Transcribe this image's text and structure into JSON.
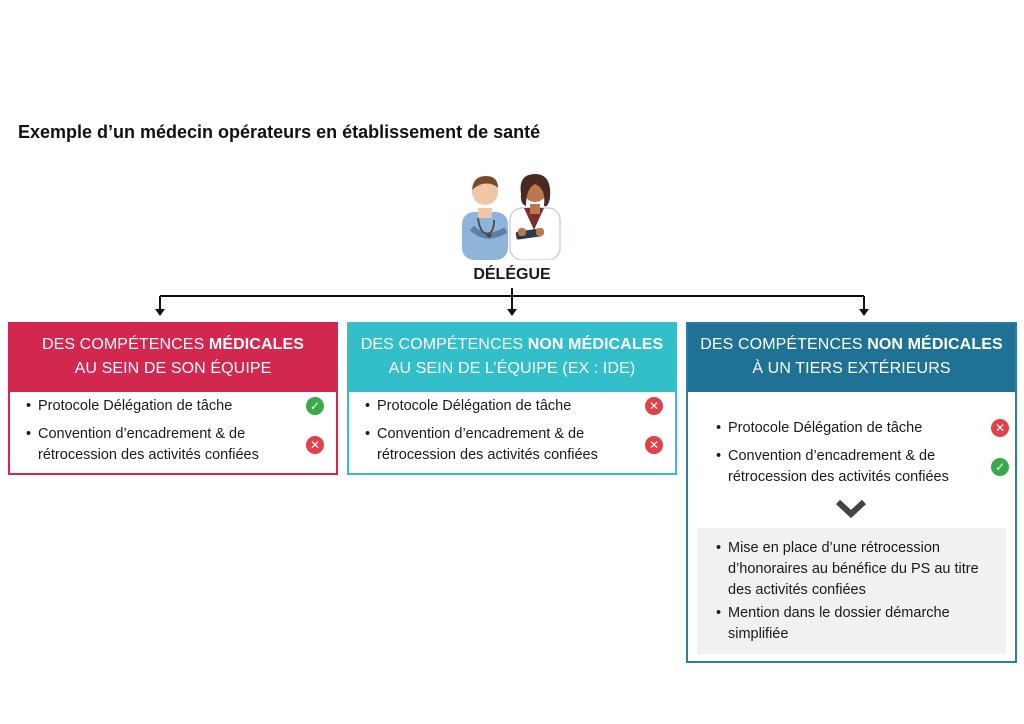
{
  "title": "Exemple d’un médecin opérateurs en établissement de santé",
  "delegue_label": "DÉLÉGUE",
  "cards": [
    {
      "head_line1_plain": "DES COMPÉTENCES ",
      "head_line1_bold": "MÉDICALES",
      "head_line2": "AU SEIN DE SON ÉQUIPE",
      "color": "#d2274f",
      "items": [
        {
          "line1": "Protocole Délégation de tâche",
          "line2": "",
          "status": "ok"
        },
        {
          "line1": "Convention d’encadrement & de",
          "line2": "rétrocession des activités confiées",
          "status": "no"
        }
      ]
    },
    {
      "head_line1_plain": "DES COMPÉTENCES ",
      "head_line1_bold": "NON MÉDICALES",
      "head_line2": "AU SEIN DE L’ÉQUIPE (EX : IDE)",
      "color": "#33bfc9",
      "items": [
        {
          "line1": "Protocole Délégation de tâche",
          "line2": "",
          "status": "no"
        },
        {
          "line1": "Convention d’encadrement & de",
          "line2": "rétrocession des activités confiées",
          "status": "no"
        }
      ]
    },
    {
      "head_line1_plain": "DES COMPÉTENCES ",
      "head_line1_bold": "NON MÉDICALES",
      "head_line2": "À UN TIERS EXTÉRIEURS",
      "color": "#1f7294",
      "items": [
        {
          "line1": "Protocole Délégation de tâche",
          "line2": "",
          "status": "no"
        },
        {
          "line1": "Convention d’encadrement & de",
          "line2": "rétrocession des activités confiées",
          "status": "ok"
        }
      ],
      "result_items": [
        {
          "lines": [
            "Mise en place d’une rétrocession",
            "d’honoraires au bénéfice du PS au titre",
            "des activités confiées"
          ]
        },
        {
          "lines": [
            "Mention dans le dossier démarche",
            "simplifiée"
          ]
        }
      ]
    }
  ],
  "icons": {
    "ok": "check-circle-icon",
    "no": "cross-circle-icon"
  },
  "colors": {
    "ok": "#39a94a",
    "no": "#e0424b",
    "connector": "#111111"
  }
}
